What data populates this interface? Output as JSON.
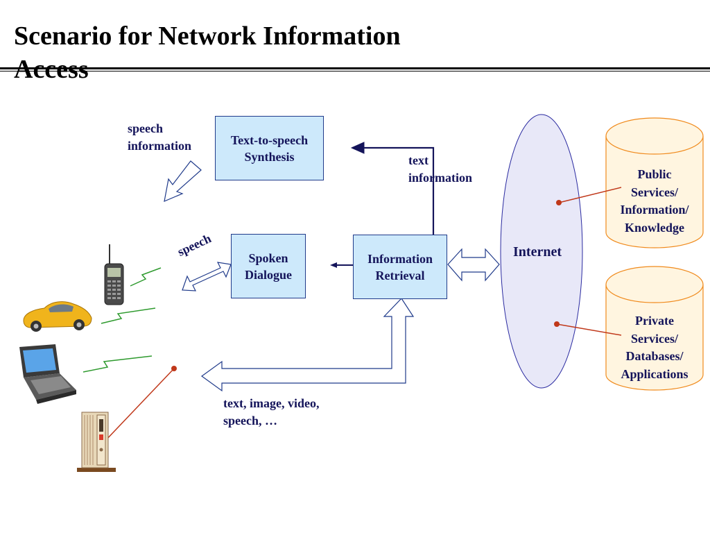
{
  "title": "Scenario for Network Information Access",
  "boxes": {
    "tts": "Text-to-speech\nSynthesis",
    "spoken_dialogue": "Spoken\nDialogue",
    "information_retrieval": "Information\nRetrieval"
  },
  "labels": {
    "speech_information": "speech\ninformation",
    "text_information": "text\ninformation",
    "speech": "speech",
    "internet": "Internet",
    "media": "text, image, video,\nspeech, …"
  },
  "databases": {
    "public": "Public\nServices/\nInformation/\nKnowledge",
    "private": "Private\nServices/\nDatabases/\nApplications"
  },
  "devices": [
    "mobile-phone",
    "car",
    "laptop",
    "desktop-tower"
  ],
  "colors": {
    "box_fill": "#cde9fb",
    "text": "#14145a",
    "internet_fill": "#e8e8f8",
    "cylinder_border": "#f08a1c",
    "connector": "#c0381a",
    "wireless": "#2e9a2e"
  }
}
